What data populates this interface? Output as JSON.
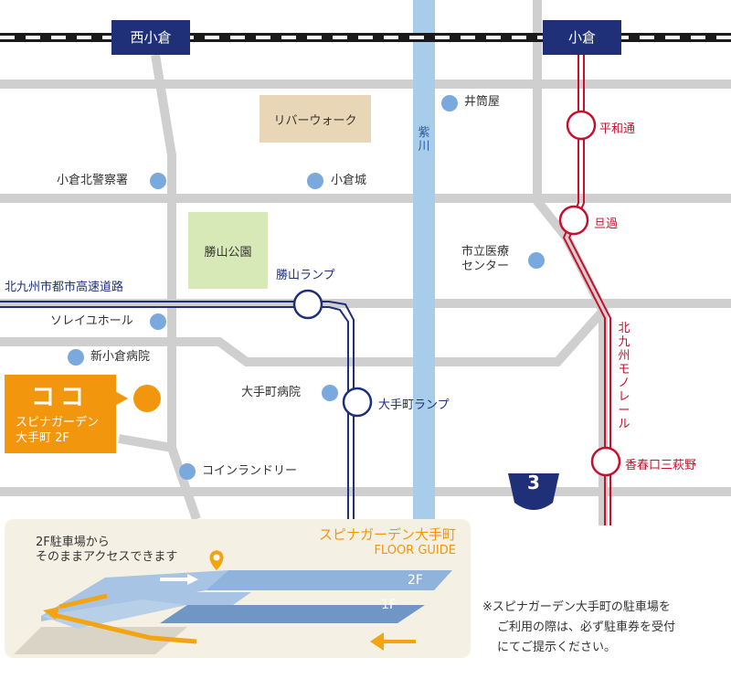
{
  "stations": {
    "nishi_kokura": "西小倉",
    "kokura": "小倉"
  },
  "landmarks": {
    "riverwalk": "リバーウォーク",
    "izutsuya": "井筒屋",
    "police": "小倉北警察署",
    "castle": "小倉城",
    "park": "勝山公園",
    "medical": [
      "市立医療",
      "センター"
    ],
    "soleil": "ソレイユホール",
    "shinkokura_hospital": "新小倉病院",
    "otemachi_hospital": "大手町病院",
    "laundry": "コインランドリー"
  },
  "river": "紫川",
  "monorail": {
    "line": "北九州モノレール",
    "heiwadori": "平和通",
    "tanga": "旦過",
    "kasuga": "香春口三萩野"
  },
  "expressway": {
    "name": "北九州市都市高速道路",
    "katsuyama_ramp": "勝山ランプ",
    "otemachi_ramp": "大手町ランプ"
  },
  "route_number": "3",
  "here": {
    "title": "ココ",
    "line1": "スピナガーデン",
    "line2": "大手町 2F"
  },
  "floor_guide": {
    "title": "スピナガーデン大手町",
    "subtitle": "FLOOR GUIDE",
    "access1": "2F駐車場から",
    "access2": "そのままアクセスできます",
    "floor2": "2F",
    "floor1": "1F"
  },
  "note": [
    "※スピナガーデン大手町の駐車場を",
    "ご利用の際は、必ず駐車券を受付",
    "にてご提示ください。"
  ],
  "colors": {
    "road": "#cfcfcf",
    "railway": "#1a1a1a",
    "station": "#1f2f78",
    "river": "#a8cdea",
    "monorail": "#c8102e",
    "expressway": "#1f2f78",
    "accent": "#f2960d",
    "poi": "#7aaadd",
    "park": "#d8e9b8",
    "riverwalk": "#e9d6b6"
  }
}
